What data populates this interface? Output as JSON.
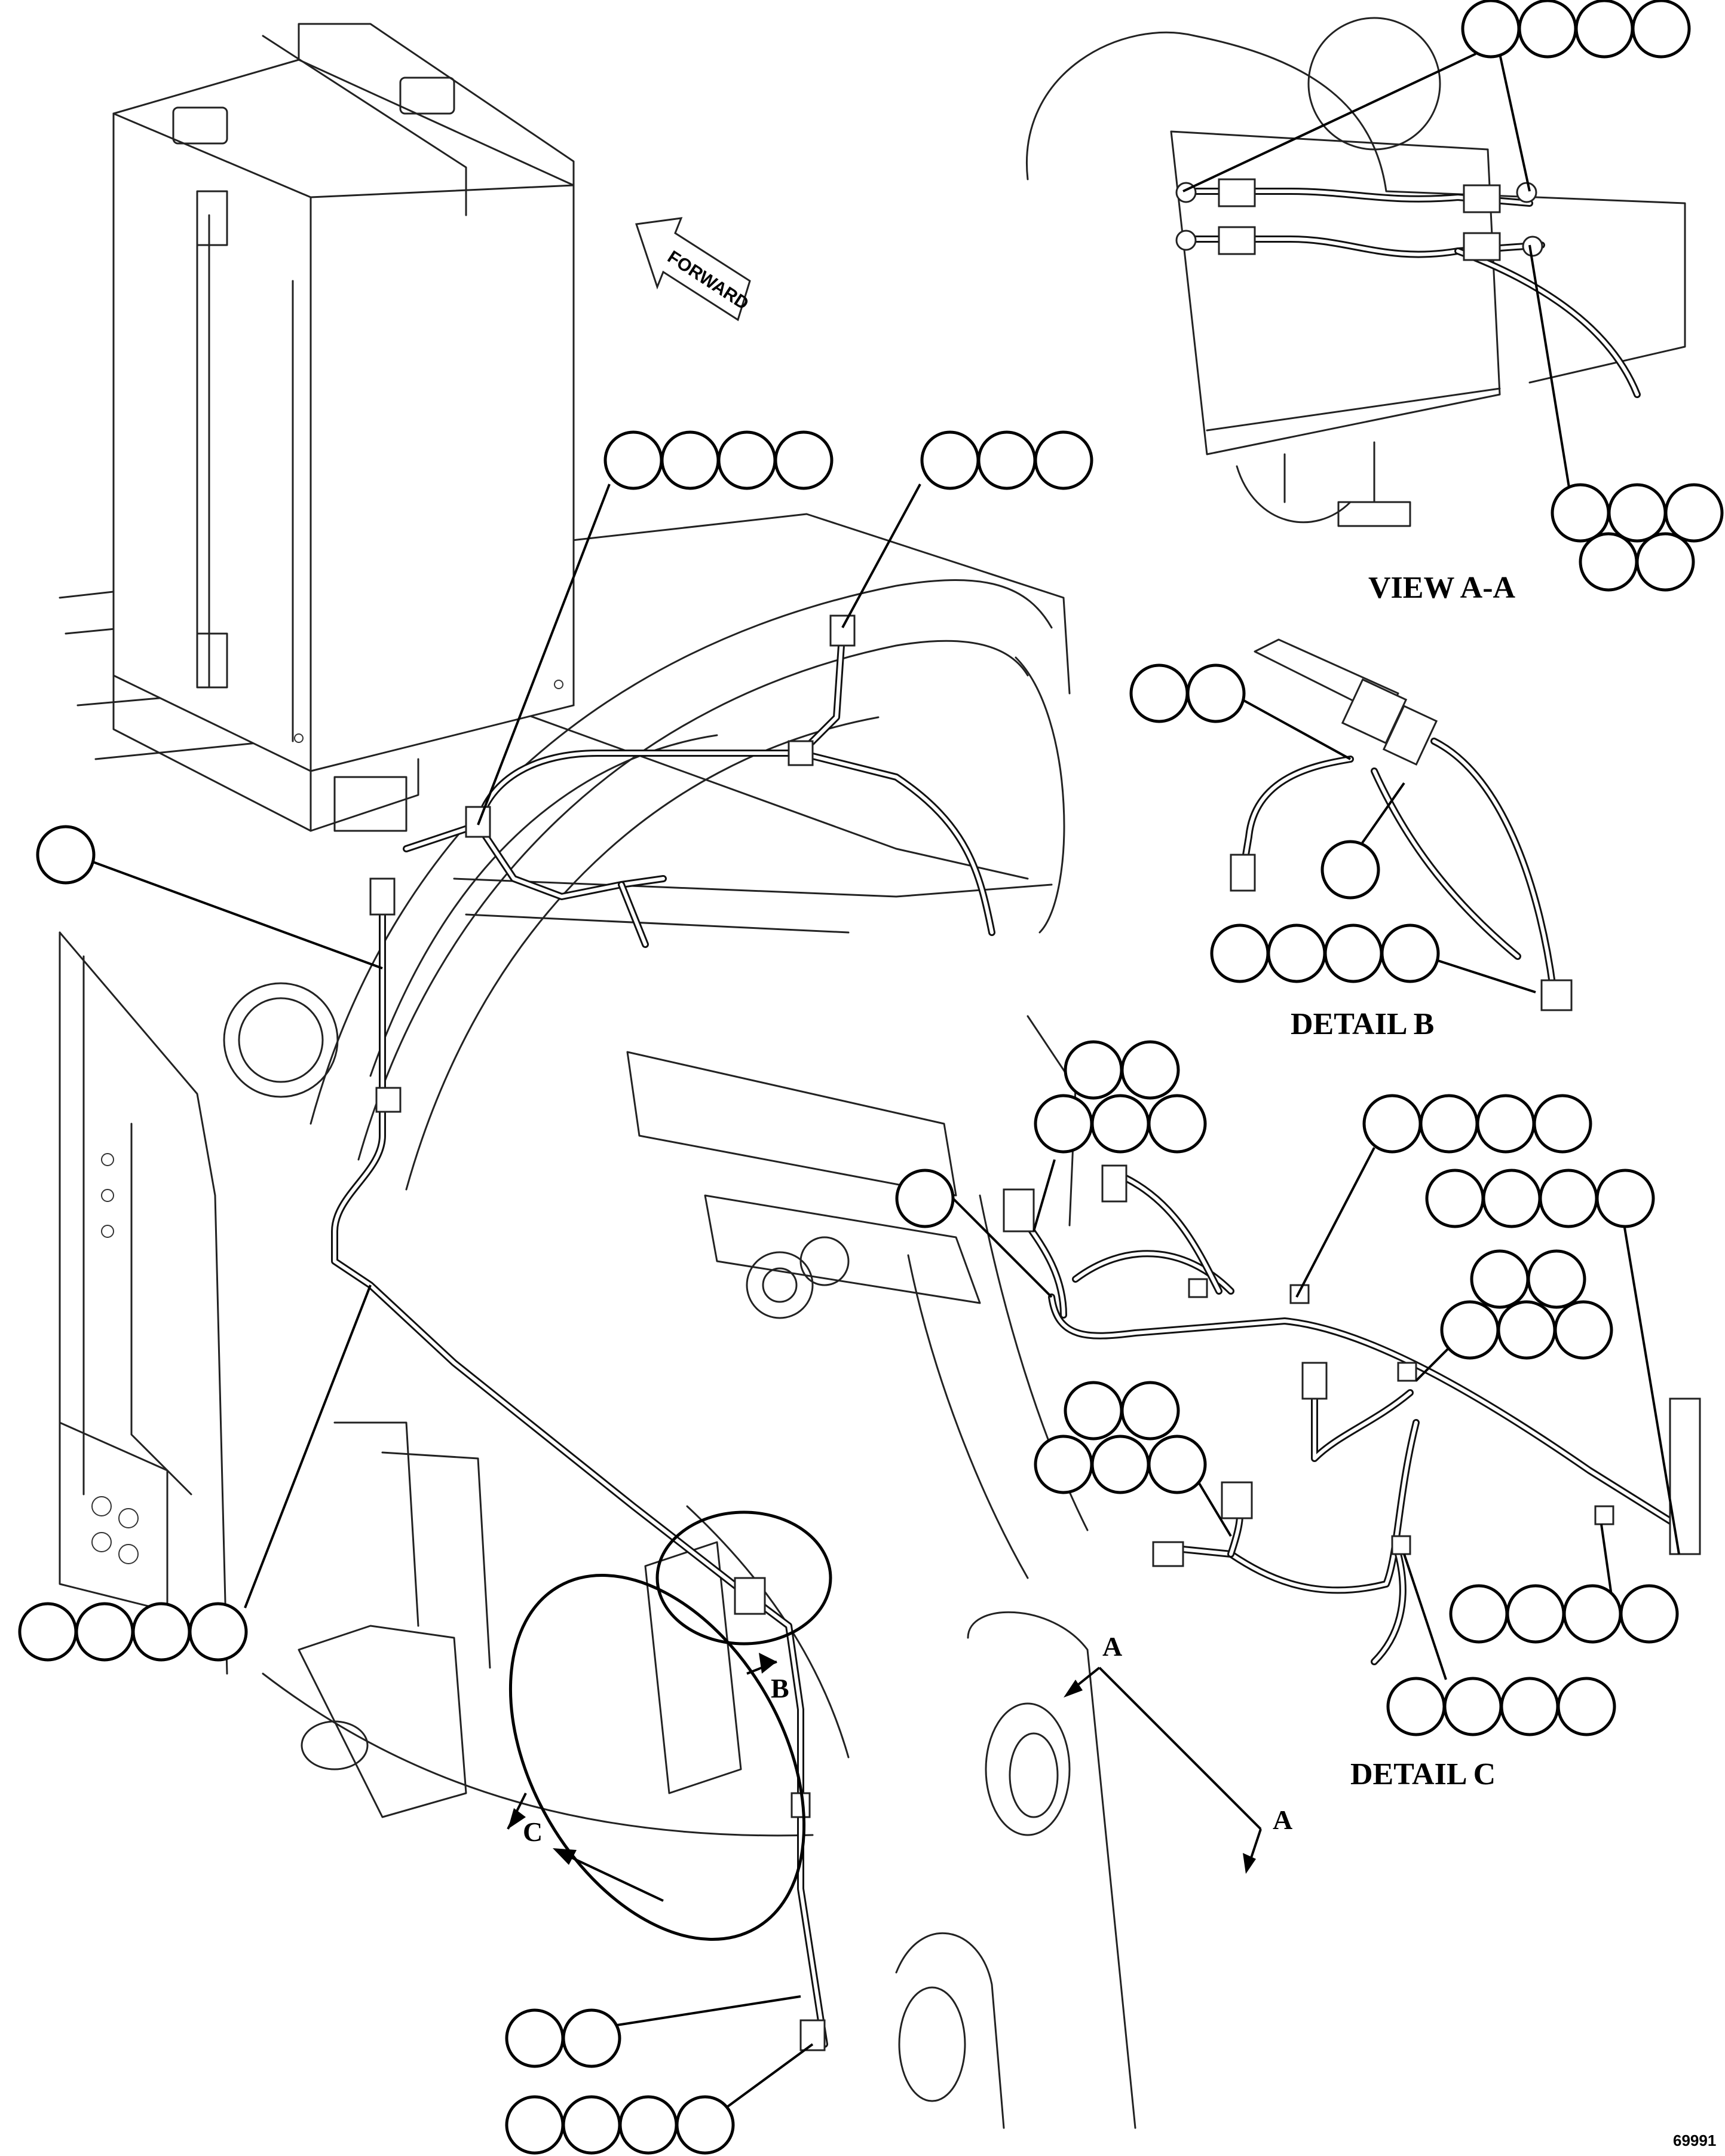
{
  "labels": {
    "view_aa": "VIEW A-A",
    "detail_b": "DETAIL B",
    "detail_c": "DETAIL C",
    "forward": "FORWARD",
    "callout_b": "B",
    "callout_c": "C",
    "section_a_top": "A",
    "section_a_bottom": "A",
    "figure_number": "69991"
  },
  "balloon_groups": [
    {
      "id": "aa-top",
      "count": 4,
      "arrangement": "row"
    },
    {
      "id": "aa-bottom",
      "count": 5,
      "arrangement": "3-over-2"
    },
    {
      "id": "main-top-left",
      "count": 4,
      "arrangement": "row"
    },
    {
      "id": "main-top-right",
      "count": 3,
      "arrangement": "row"
    },
    {
      "id": "main-left",
      "count": 1,
      "arrangement": "single"
    },
    {
      "id": "main-bottom-left",
      "count": 4,
      "arrangement": "row"
    },
    {
      "id": "main-bottom-2",
      "count": 2,
      "arrangement": "row"
    },
    {
      "id": "main-bottom-4",
      "count": 4,
      "arrangement": "row"
    },
    {
      "id": "b-top",
      "count": 2,
      "arrangement": "row"
    },
    {
      "id": "b-mid",
      "count": 1,
      "arrangement": "single"
    },
    {
      "id": "b-bottom",
      "count": 4,
      "arrangement": "row"
    },
    {
      "id": "c-top-left",
      "count": 5,
      "arrangement": "2-over-3"
    },
    {
      "id": "c-single",
      "count": 1,
      "arrangement": "single"
    },
    {
      "id": "c-top-mid",
      "count": 4,
      "arrangement": "row"
    },
    {
      "id": "c-right-top",
      "count": 4,
      "arrangement": "row"
    },
    {
      "id": "c-right-cluster",
      "count": 5,
      "arrangement": "2-over-3"
    },
    {
      "id": "c-left-cluster",
      "count": 5,
      "arrangement": "2-over-3"
    },
    {
      "id": "c-right-bottom",
      "count": 4,
      "arrangement": "row"
    },
    {
      "id": "c-bottom",
      "count": 4,
      "arrangement": "row"
    }
  ]
}
